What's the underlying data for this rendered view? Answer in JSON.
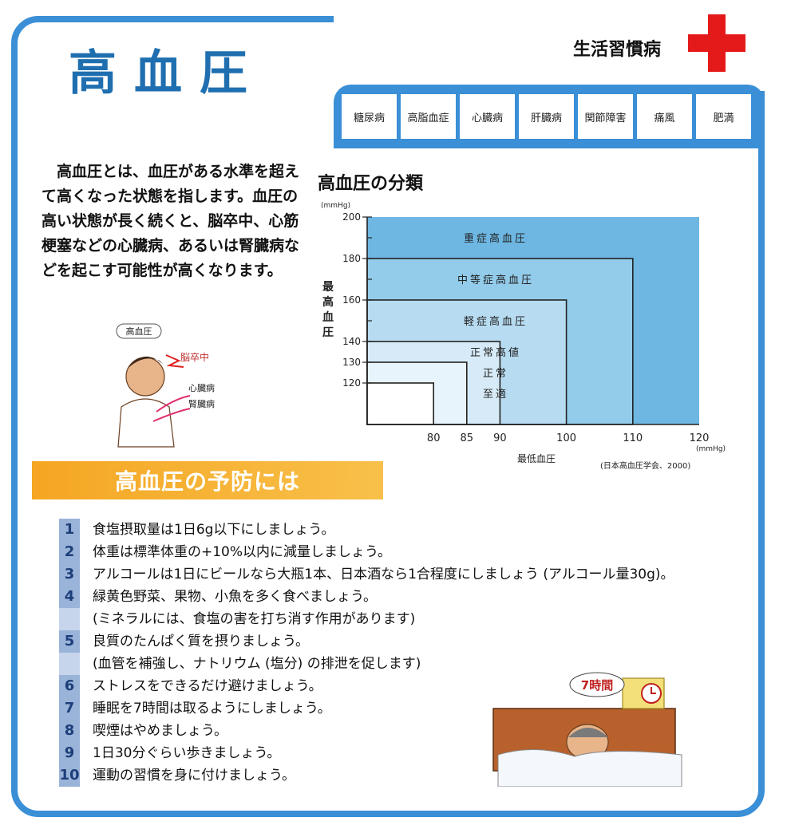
{
  "header": {
    "title": "高血圧",
    "category": "生活習慣病",
    "tabs": [
      "糖尿病",
      "高脂血症",
      "心臓病",
      "肝臓病",
      "関節障害",
      "痛風",
      "肥満"
    ]
  },
  "intro": "高血圧とは、血圧がある水準を超えて高くなった状態を指します。血圧の高い状態が長く続くと、脳卒中、心筋梗塞などの心臓病、あるいは腎臓病などを起こす可能性が高くなります。",
  "illustration_labels": {
    "hbp": "高血圧",
    "stroke": "脳卒中",
    "heart": "心臓病",
    "kidney": "腎臓病",
    "clock": "7時間"
  },
  "chart_data": {
    "type": "area",
    "title": "高血圧の分類",
    "y_unit": "(mmHg)",
    "ylabel": "最高血圧",
    "xlabel": "最低血圧",
    "x_unit": "(mmHg)",
    "source": "(日本高血圧学会、2000)",
    "y_ticks": [
      120,
      130,
      140,
      160,
      180,
      200
    ],
    "x_ticks": [
      80,
      85,
      90,
      100,
      110,
      120
    ],
    "ylim": [
      100,
      200
    ],
    "xlim": [
      70,
      120
    ],
    "categories": [
      {
        "name": "重症高血圧",
        "max_systolic": 200,
        "max_diastolic": 120,
        "color": "#6db7e2"
      },
      {
        "name": "中等症高血圧",
        "max_systolic": 180,
        "max_diastolic": 110,
        "color": "#93cbea"
      },
      {
        "name": "軽症高血圧",
        "max_systolic": 160,
        "max_diastolic": 100,
        "color": "#b7dcf1"
      },
      {
        "name": "正常高値",
        "max_systolic": 140,
        "max_diastolic": 90,
        "color": "#d6ebf7"
      },
      {
        "name": "正常",
        "max_systolic": 130,
        "max_diastolic": 85,
        "color": "#e8f4fb"
      },
      {
        "name": "至適",
        "max_systolic": 120,
        "max_diastolic": 80,
        "color": "#ffffff"
      }
    ]
  },
  "prevention": {
    "title": "高血圧の予防には",
    "items": [
      {
        "num": "1",
        "text": "食塩摂取量は1日6g以下にしましょう。"
      },
      {
        "num": "2",
        "text": "体重は標準体重の+10%以内に減量しましょう。"
      },
      {
        "num": "3",
        "text": "アルコールは1日にビールなら大瓶1本、日本酒なら1合程度にしましょう (アルコール量30g)。"
      },
      {
        "num": "4",
        "text": "緑黄色野菜、果物、小魚を多く食べましょう。"
      },
      {
        "num": "",
        "text": "(ミネラルには、食塩の害を打ち消す作用があります)"
      },
      {
        "num": "5",
        "text": "良質のたんぱく質を摂りましょう。"
      },
      {
        "num": "",
        "text": "(血管を補強し、ナトリウム (塩分) の排泄を促します)"
      },
      {
        "num": "6",
        "text": "ストレスをできるだけ避けましょう。"
      },
      {
        "num": "7",
        "text": "睡眠を7時間は取るようにしましょう。"
      },
      {
        "num": "8",
        "text": "喫煙はやめましょう。"
      },
      {
        "num": "9",
        "text": "1日30分ぐらい歩きましょう。"
      },
      {
        "num": "10",
        "text": "運動の習慣を身に付けましょう。"
      }
    ]
  }
}
